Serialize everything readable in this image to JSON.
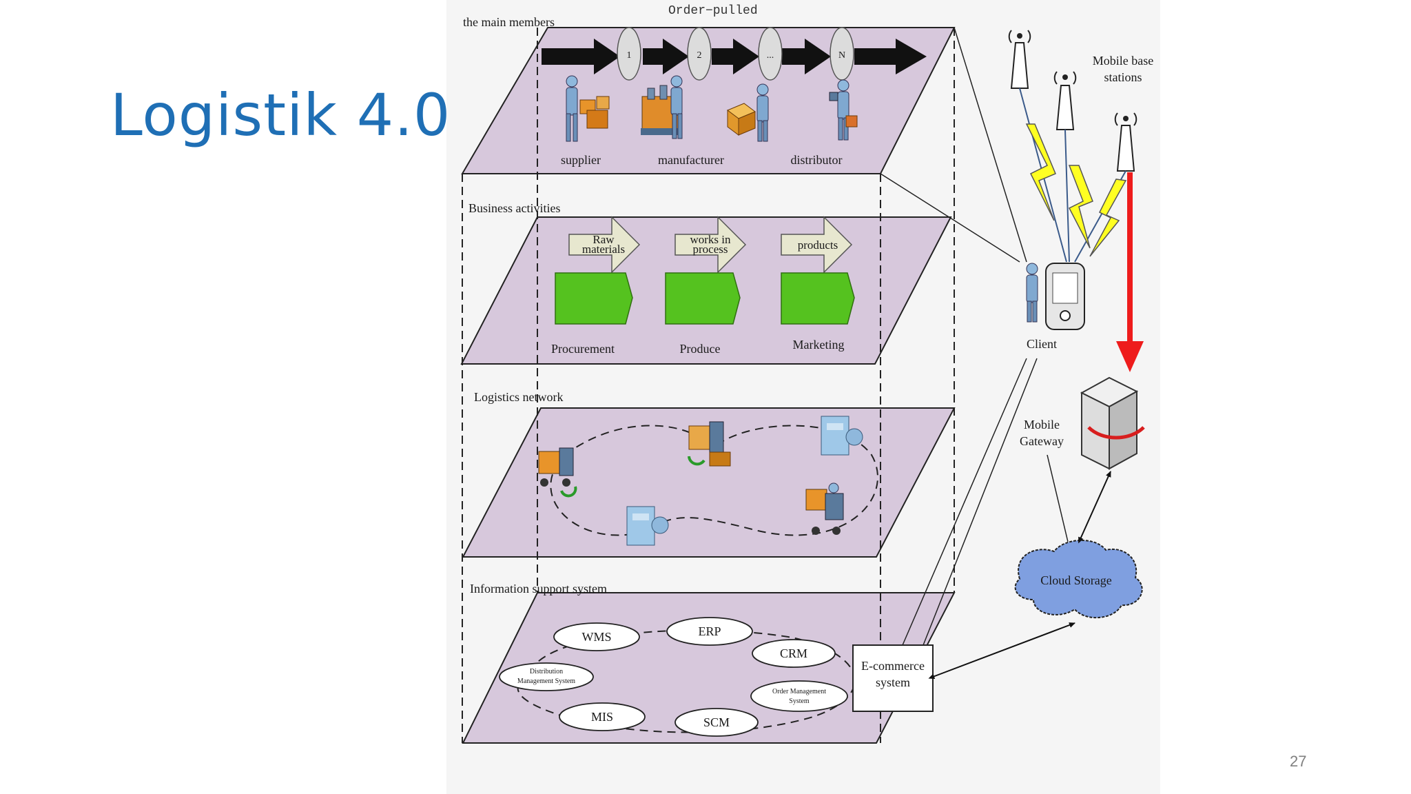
{
  "slide": {
    "title": "Logistik 4.0",
    "page_number": "27"
  },
  "colors": {
    "title": "#1f6fb5",
    "layer_fill": "#d7c8dc",
    "box_green": "#55c21f",
    "arrow_beige": "#e7e7cf",
    "cloud_fill": "#7f9fe0",
    "signal_red": "#ee1c1c",
    "lightning_yellow": "#ffff22",
    "figure_background": "#f5f5f5"
  },
  "diagram": {
    "order_pulled": "Order−pulled",
    "layer_members": {
      "title": "the main members",
      "steps": [
        "1",
        "2",
        "...",
        "N"
      ],
      "roles": [
        "supplier",
        "manufacturer",
        "distributor"
      ]
    },
    "layer_business": {
      "title": "Business activities",
      "flows": [
        {
          "line1": "Raw",
          "line2": "materials"
        },
        {
          "line1": "works in",
          "line2": "process"
        },
        {
          "line1": "products",
          "line2": ""
        }
      ],
      "activities": [
        "Procurement",
        "Produce",
        "Marketing"
      ]
    },
    "layer_logistics": {
      "title": "Logistics network"
    },
    "layer_info": {
      "title": "Information support system",
      "systems": {
        "wms": "WMS",
        "erp": "ERP",
        "crm": "CRM",
        "dms_line1": "Distribution",
        "dms_line2": "Management System",
        "oms_line1": "Order Management",
        "oms_line2": "System",
        "mis": "MIS",
        "scm": "SCM"
      }
    },
    "right": {
      "base_stations_line1": "Mobile base",
      "base_stations_line2": "stations",
      "client": "Client",
      "gateway_line1": "Mobile",
      "gateway_line2": "Gateway",
      "cloud": "Cloud Storage",
      "ecommerce_line1": "E-commerce",
      "ecommerce_line2": "system"
    },
    "icons": [
      "person-icon",
      "antenna-icon",
      "phone-icon",
      "server-icon",
      "forklift-icon",
      "warehouse-icon",
      "package-icon"
    ]
  }
}
